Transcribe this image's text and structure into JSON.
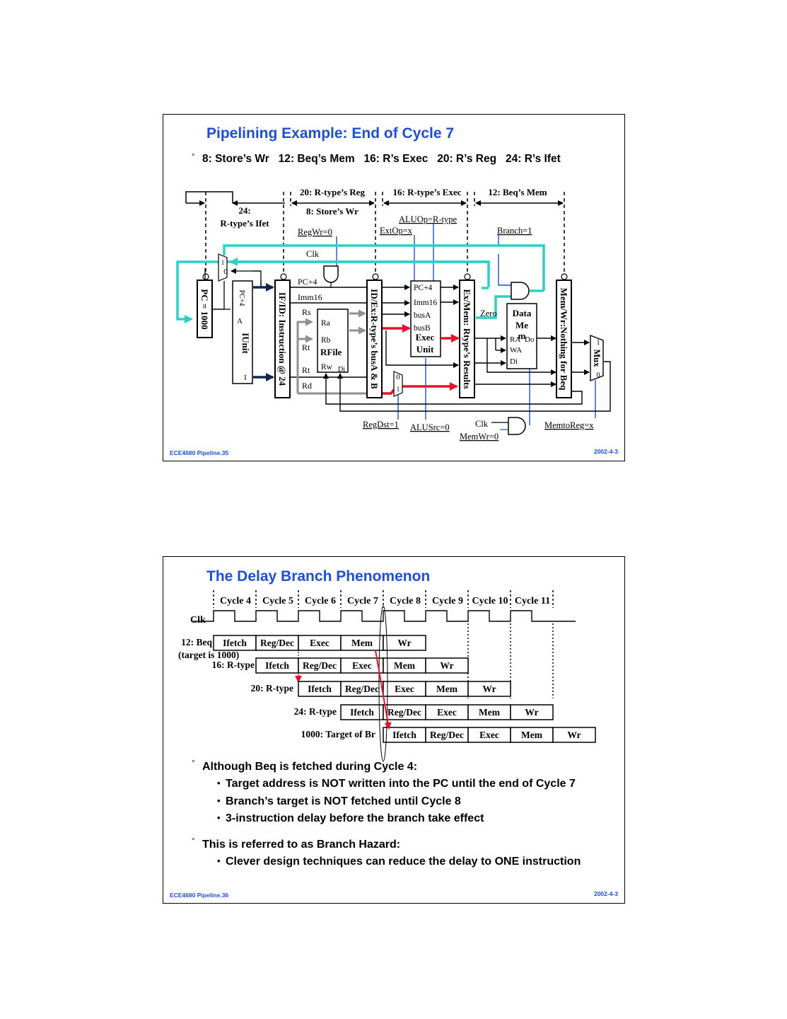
{
  "slide1": {
    "title": "Pipelining Example: End of Cycle 7",
    "bullet": "8: Store’s Wr   12: Beq’s Mem   16: R’s Exec   20: R’s Reg   24: R’s Ifet",
    "footer_left": "ECE4680  Pipeline.35",
    "footer_right": "2002-4-3",
    "stage_labels": {
      "ifet_num": "24:",
      "ifet_desc": "R-type’s Ifet",
      "reg": "20: R-type’s  Reg",
      "wr": "8: Store’s  Wr",
      "exec": "16: R-type’s  Exec",
      "mem": "12: Beq’s  Mem"
    },
    "controls": {
      "regwr": "RegWr=0",
      "extop": "ExtOp=x",
      "aluop": "ALUOp=R-type",
      "branch": "Branch=1",
      "regdst": "RegDst=1",
      "alusrc": "ALUSrc=0",
      "memwr": "MemWr=0",
      "memtoreg": "MemtoReg=x",
      "clk_top": "Clk",
      "clk_bottom": "Clk"
    },
    "units": {
      "pc": "PC = 1000",
      "iunit": "IUnit",
      "iunit_pc4": "PC+4",
      "iunit_a": "A",
      "iunit_i": "I",
      "ifid": "IF/ID: Instruction @ 24",
      "idex": "ID/Ex:R-type’s busA & B",
      "exmem": "Ex/Mem: Rtype’s Results",
      "memwr": "Mem/Wr:Nothing for Beq",
      "rfile": "RFile",
      "exec1": "Exec",
      "exec2": "Unit",
      "data1": "Data",
      "data2": "Me",
      "data3": "m",
      "mux": "Mux"
    },
    "signals": {
      "pc4": "PC+4",
      "imm16": "Imm16",
      "rs": "Rs",
      "rt": "Rt",
      "rt2": "Rt",
      "rd": "Rd",
      "ra": "Ra",
      "rb": "Rb",
      "rw": "Rw",
      "di": "Di",
      "ex_pc4": "PC+4",
      "ex_imm16": "Imm16",
      "busa": "busA",
      "busb": "busB",
      "zero": "Zero",
      "ra_mem": "RA",
      "do_mem": "Do",
      "wa_mem": "WA",
      "di_mem": "Di",
      "mux_one": "1",
      "mux_zero": "0",
      "pcmux_one": "1",
      "pcmux_zero": "0",
      "dstmux_zero": "0",
      "dstmux_one": "1"
    }
  },
  "slide2": {
    "title": "The Delay Branch Phenomenon",
    "clk_label": "Clk",
    "cycles": [
      "Cycle 4",
      "Cycle 5",
      "Cycle 6",
      "Cycle 7",
      "Cycle 8",
      "Cycle 9",
      "Cycle 10",
      "Cycle 11"
    ],
    "rows": [
      {
        "label": "12: Beq",
        "stages": [
          "Ifetch",
          "Reg/Dec",
          "Exec",
          "Mem",
          "Wr"
        ]
      },
      {
        "label": "16: R-type",
        "stages": [
          "Ifetch",
          "Reg/Dec",
          "Exec",
          "Mem",
          "Wr"
        ]
      },
      {
        "label": "20: R-type",
        "stages": [
          "Ifetch",
          "Reg/Dec",
          "Exec",
          "Mem",
          "Wr"
        ]
      },
      {
        "label": "24: R-type",
        "stages": [
          "Ifetch",
          "Reg/Dec",
          "Exec",
          "Mem",
          "Wr"
        ]
      },
      {
        "label": "1000: Target of Br",
        "stages": [
          "Ifetch",
          "Reg/Dec",
          "Exec",
          "Mem",
          "Wr"
        ]
      }
    ],
    "beq_note": "(target is 1000)",
    "bullets": [
      {
        "level": 1,
        "text": "Although Beq is fetched during Cycle 4:"
      },
      {
        "level": 2,
        "text": "Target address is NOT written into the PC until the end of Cycle 7"
      },
      {
        "level": 2,
        "text": "Branch’s target is NOT fetched until Cycle 8"
      },
      {
        "level": 2,
        "text": "3-instruction delay  before the branch take effect"
      },
      {
        "level": 1,
        "text": "This is referred to as Branch Hazard:"
      },
      {
        "level": 2,
        "text": "Clever design techniques can reduce the delay to ONE instruction"
      }
    ],
    "footer_left": "ECE4680  Pipeline.36",
    "footer_right": "2002-4-3"
  },
  "colors": {
    "title_blue": "#1f4fd0",
    "teal": "#2ecfc4",
    "red": "#e8102a",
    "navy": "#14234f",
    "gray": "#909090",
    "control_blue": "#1f4fd0"
  }
}
